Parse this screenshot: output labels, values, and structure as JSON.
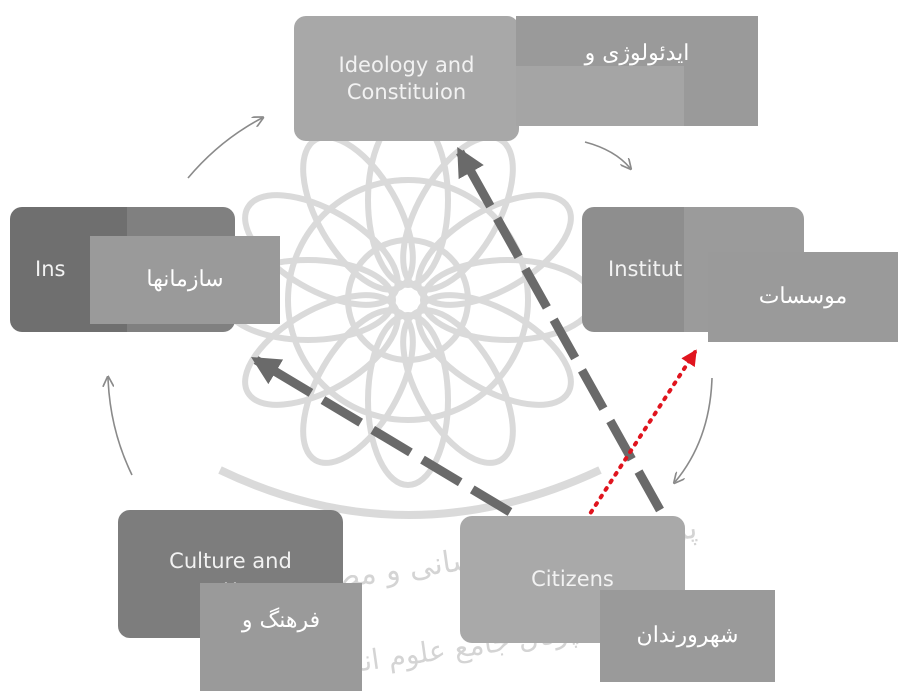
{
  "nodes": {
    "ideology": {
      "label_line1": "Ideology and",
      "label_line2": "Constituion"
    },
    "institutions_left": {
      "label": "Ins"
    },
    "institutions_right": {
      "label": "Institut"
    },
    "culture": {
      "label_line1": "Culture and",
      "label_line2": "v"
    },
    "citizens": {
      "label": "Citizens"
    }
  },
  "overlays": {
    "ideology": "ایدئولوژی و",
    "organizations": "سازمانها",
    "institutions": "موسسات",
    "culture": "فرهنگ و",
    "citizens": "شهرورندان"
  },
  "watermark": {
    "line1": "پژوهشگاه علوم انسانی و مطالعات فرهنگی",
    "line2": "پرتال جامع علوم انسانی"
  },
  "colors": {
    "ideology_box": "#a8a8a8",
    "institutions_right_box": "#8e8e8e",
    "institutions_left_box": "#6f6f6f",
    "culture_box": "#7d7d7d",
    "citizens_box": "#a9a9a9",
    "overlay": "#9a9a9a",
    "dashed_arrow": "#6a6a6a",
    "dotted_arrow": "#e0141e",
    "cycle_arrow": "#8a8a8a"
  }
}
